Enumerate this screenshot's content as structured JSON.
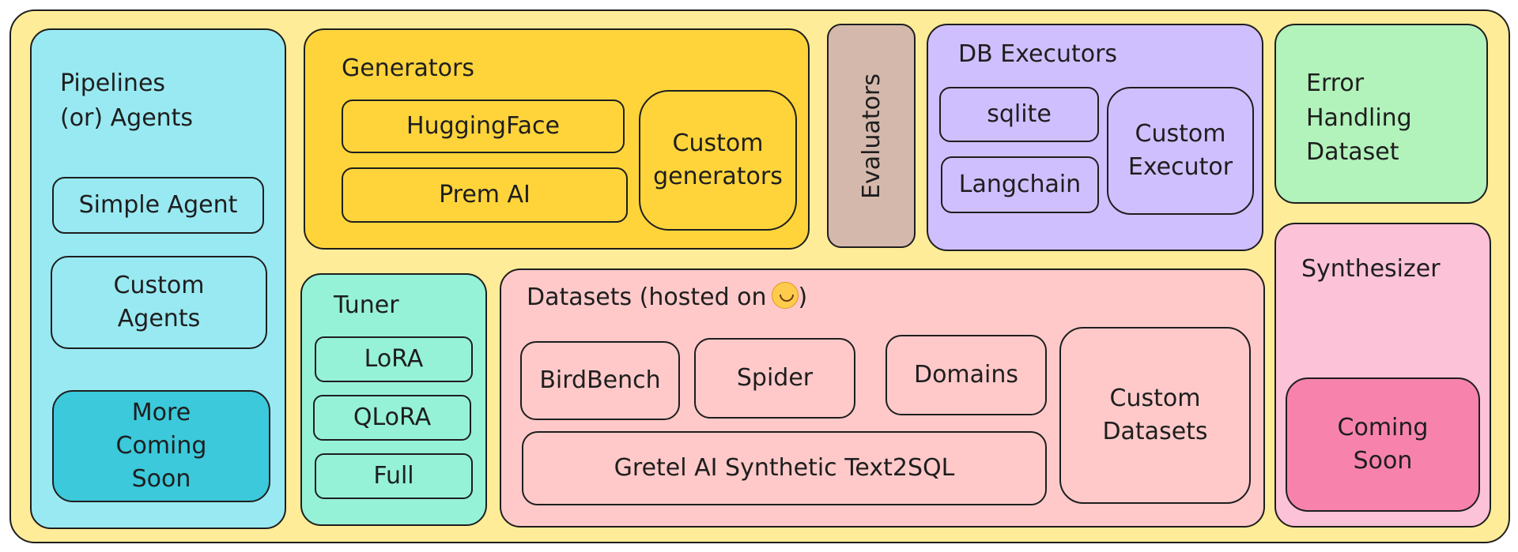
{
  "pipelines": {
    "title": "Pipelines\n(or) Agents",
    "simple_agent": "Simple Agent",
    "custom_agents": "Custom\nAgents",
    "more": "More\nComing\nSoon"
  },
  "generators": {
    "title": "Generators",
    "huggingface": "HuggingFace",
    "premai": "Prem AI",
    "custom": "Custom\ngenerators"
  },
  "evaluators": {
    "title": "Evaluators"
  },
  "db_executors": {
    "title": "DB Executors",
    "sqlite": "sqlite",
    "langchain": "Langchain",
    "custom": "Custom\nExecutor"
  },
  "error_handling": {
    "title": "Error\nHandling\nDataset"
  },
  "tuner": {
    "title": "Tuner",
    "lora": "LoRA",
    "qlora": "QLoRA",
    "full": "Full"
  },
  "datasets": {
    "title": "Datasets (hosted on",
    "hf_icon": "hugging-face-icon",
    "birdbench": "BirdBench",
    "spider": "Spider",
    "domains": "Domains",
    "gretel": "Gretel AI Synthetic Text2SQL",
    "custom": "Custom\nDatasets"
  },
  "synthesizer": {
    "title": "Synthesizer",
    "coming": "Coming\nSoon"
  },
  "colors": {
    "outer": "#ffec99",
    "pipelines": "#99e9f2",
    "more_soon": "#3bc9db",
    "generators": "#ffd43b",
    "evaluators": "#d5b8ac",
    "db_executors": "#d0bfff",
    "error_handling": "#b2f2bb",
    "tuner": "#96f2d7",
    "datasets": "#ffc9c9",
    "synthesizer": "#fcc2d7",
    "coming_soon": "#f783ac"
  }
}
